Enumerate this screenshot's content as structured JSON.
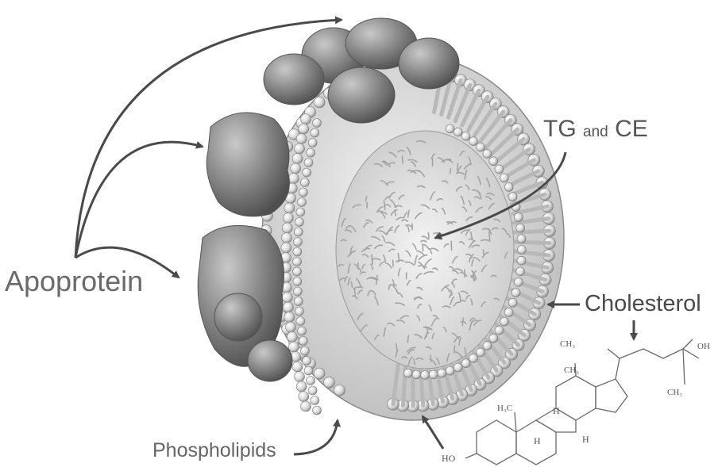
{
  "labels": {
    "apoprotein": "Apoprotein",
    "tg": "TG",
    "and": "and",
    "ce": "CE",
    "cholesterol": "Cholesterol",
    "phospholipids": "Phospholipids"
  },
  "chem_labels": {
    "ch3_top": "CH₃",
    "oh_right": "OH",
    "ch3_right": "CH₃",
    "ch3_mid": "CH₃",
    "h3c": "H₃C",
    "h1": "H",
    "h2": "H",
    "h3": "H",
    "ho": "HO"
  },
  "colors": {
    "outline": "#4a4a4a",
    "protein": "#7d7d7d",
    "core": "#e4e4e4",
    "text": "#5a5a5a"
  }
}
